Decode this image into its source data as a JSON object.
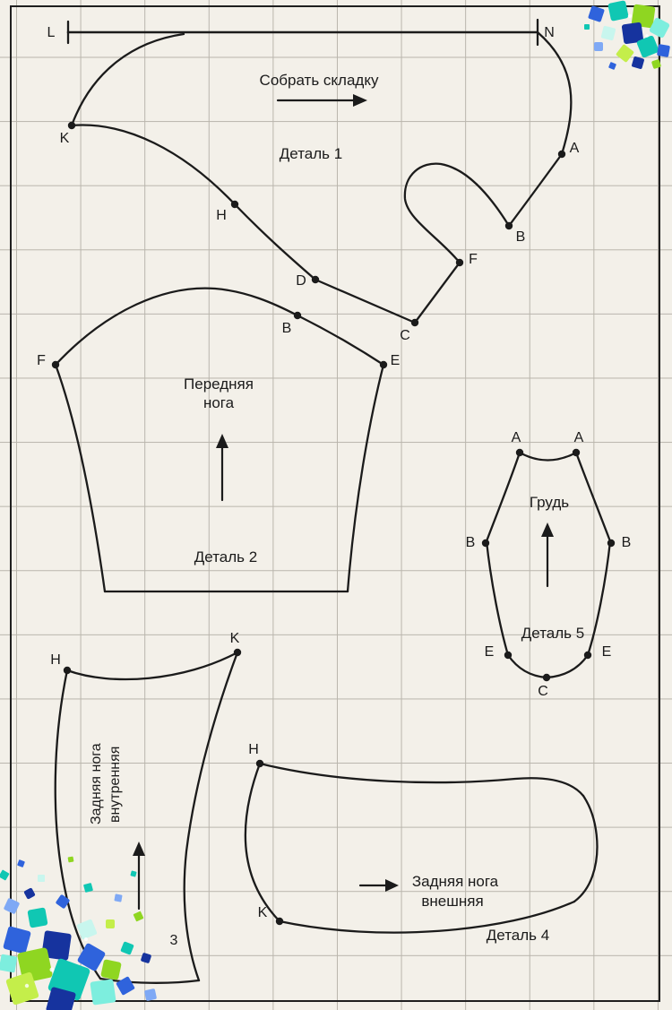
{
  "texts": {
    "gather_instruction": "Собрать складку",
    "detail1_label": "Деталь 1",
    "detail2_label": "Деталь 2",
    "detail4_label": "Деталь 4",
    "detail5_label": "Деталь 5",
    "front_leg_line1": "Передняя",
    "front_leg_line2": "нога",
    "chest_label": "Грудь",
    "back_inner_line1": "Задняя нога",
    "back_inner_line2": "внутренняя",
    "back_outer_line1": "Задняя нога",
    "back_outer_line2": "внешняя",
    "size_number": "3"
  },
  "point_labels": {
    "L": "L",
    "N": "N",
    "K1": "K",
    "H1": "H",
    "D1": "D",
    "B1": "B",
    "F1": "F",
    "C1": "C",
    "A1": "A",
    "F2": "F",
    "B2": "B",
    "E2": "E",
    "A5L": "A",
    "A5R": "A",
    "B5L": "B",
    "B5R": "B",
    "E5L": "E",
    "E5R": "E",
    "C5": "C",
    "H3": "H",
    "K3": "K",
    "H4": "H",
    "K4": "K"
  },
  "colors": {
    "paper": "#f3f0e9",
    "grid": "#b9b5ac",
    "ink": "#1b1b1b",
    "gem_teal": "#10c7b3",
    "gem_teal_light": "#7deede",
    "gem_green": "#8fd621",
    "gem_green_light": "#c4ee4a",
    "gem_blue": "#2f63dc",
    "gem_blue_light": "#7fa9f5",
    "gem_navy": "#16339e",
    "gem_pale": "#c8f6ee"
  }
}
